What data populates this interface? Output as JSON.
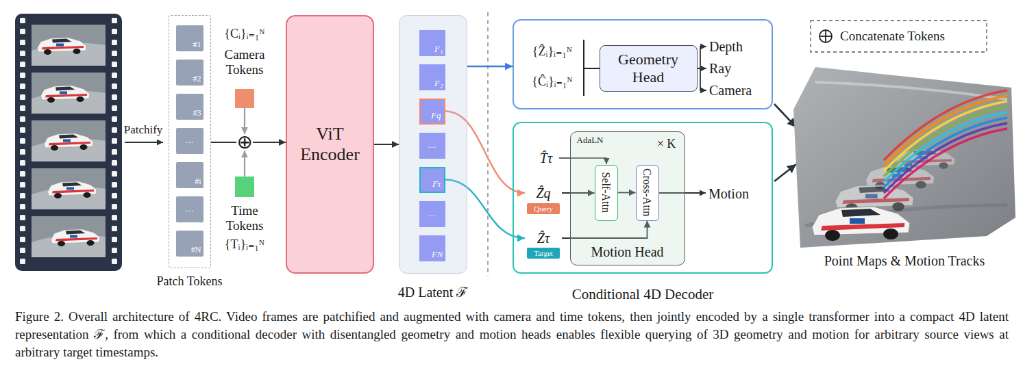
{
  "diagram": {
    "caption": "Figure 2. Overall architecture of 4RC. Video frames are patchified and augmented with camera and time tokens, then jointly encoded by a single transformer into a compact 4D latent representation ℱ, from which a conditional decoder with disentangled geometry and motion heads enables flexible querying of 3D geometry and motion for arbitrary source views at arbitrary target timestamps.",
    "nodes": [
      {
        "text": [
          "Patch Tokens"
        ]
      },
      {
        "text": [
          "#1"
        ],
        "in": 0
      },
      {
        "text": [
          "#2"
        ],
        "in": 0
      },
      {
        "text": [
          "#3"
        ],
        "in": 0
      },
      {
        "text": [
          "…"
        ],
        "in": 0
      },
      {
        "text": [
          "#i"
        ],
        "in": 0
      },
      {
        "text": [
          "…"
        ],
        "in": 0
      },
      {
        "text": [
          "#N"
        ],
        "in": 0
      },
      {
        "text": [
          "{Cᵢ}ᵢ₌₁ᴺ",
          "Camera Tokens"
        ]
      },
      {
        "text": [
          "⊕"
        ]
      },
      {
        "text": [
          "Time Tokens",
          "{Tᵢ}ᵢ₌₁ᴺ"
        ]
      },
      {
        "text": [
          "ViT Encoder"
        ]
      },
      {
        "text": [
          "4D Latent ℱ"
        ]
      },
      {
        "text": [
          "F₁"
        ],
        "in": 12
      },
      {
        "text": [
          "F₂"
        ],
        "in": 12
      },
      {
        "text": [
          "Fq"
        ],
        "in": 12
      },
      {
        "text": [
          "…"
        ],
        "in": 12
      },
      {
        "text": [
          "Fτ"
        ],
        "in": 12
      },
      {
        "text": [
          "…"
        ],
        "in": 12
      },
      {
        "text": [
          "FN"
        ],
        "in": 12
      },
      {
        "text": [
          "{Ẑᵢ}ᵢ₌₁ᴺ",
          "{Ĉᵢ}ᵢ₌₁ᴺ",
          "Depth",
          "Ray",
          "Camera"
        ]
      },
      {
        "text": [
          "Geometry Head"
        ],
        "in": 20
      },
      {
        "text": [
          "T̂τ",
          "Motion"
        ]
      },
      {
        "text": [
          "Ẑq",
          "Query"
        ],
        "in": 22
      },
      {
        "text": [
          "Ẑτ",
          "Target"
        ],
        "in": 22
      },
      {
        "text": [
          "AdaLN",
          "× K",
          "Motion Head"
        ],
        "in": 22
      },
      {
        "text": [
          "Self-Attn"
        ],
        "in": 25
      },
      {
        "text": [
          "Cross-Attn"
        ],
        "in": 25
      }
    ],
    "edges": [
      {
        "from": 0,
        "to": 9,
        "arrow": "none"
      },
      {
        "from": 8,
        "to": 9,
        "arrow": "to"
      },
      {
        "from": 10,
        "to": 9,
        "arrow": "to"
      },
      {
        "from": 9,
        "to": 11,
        "arrow": "to"
      },
      {
        "from": 11,
        "to": 12,
        "arrow": "to"
      },
      {
        "from": 12,
        "to": 20,
        "arrow": "to"
      },
      {
        "from": 15,
        "to": 23,
        "arrow": "to"
      },
      {
        "from": 17,
        "to": 24,
        "arrow": "to"
      },
      {
        "from": 23,
        "to": 26,
        "arrow": "to"
      },
      {
        "from": 26,
        "to": 27,
        "arrow": "to"
      },
      {
        "from": 24,
        "to": 27,
        "arrow": "to"
      }
    ],
    "labels": [
      "Patchify",
      "Conditional 4D Decoder",
      "Point Maps & Motion Tracks"
    ],
    "legend": [
      {
        "text": "Concatenate Tokens"
      }
    ]
  }
}
